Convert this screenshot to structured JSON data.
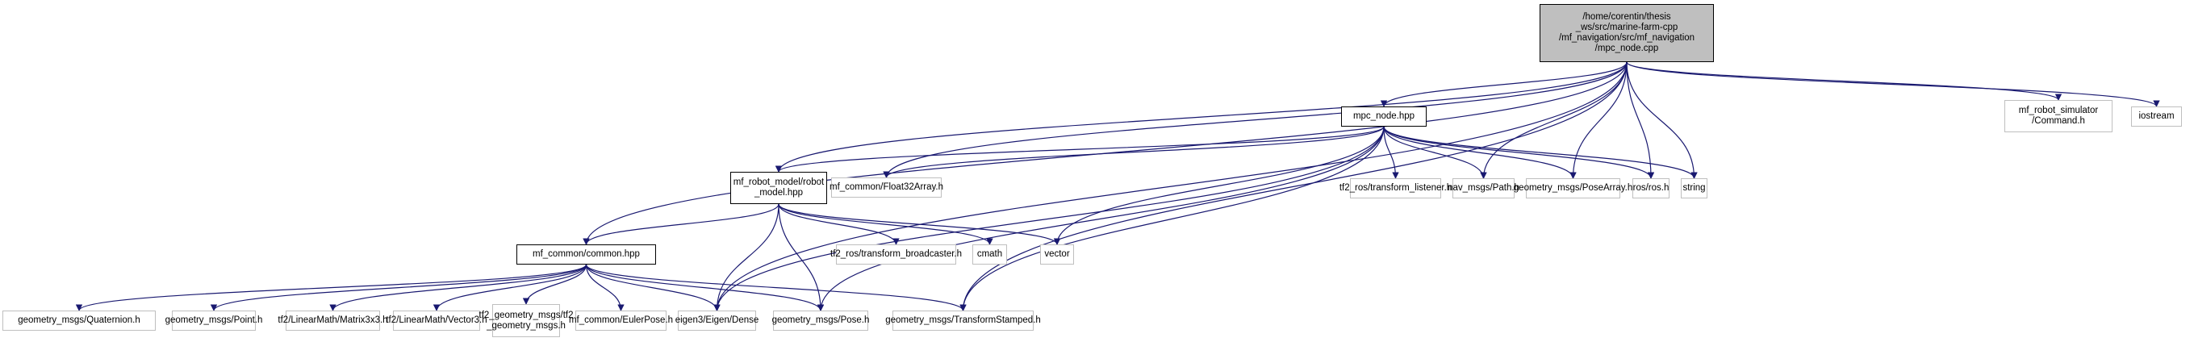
{
  "graph": {
    "type": "include-dependency-graph",
    "edge_color": "#191970",
    "nodes": {
      "root": {
        "label": "/home/corentin/thesis\n_ws/src/marine-farm-cpp\n/mf_navigation/src/mf_navigation\n/mpc_node.cpp",
        "kind": "root"
      },
      "mpc_node_hpp": {
        "label": "mpc_node.hpp",
        "kind": "internal"
      },
      "command_h": {
        "label": "mf_robot_simulator\n/Command.h",
        "kind": "external"
      },
      "iostream": {
        "label": "iostream",
        "kind": "external"
      },
      "robot_model_hpp": {
        "label": "mf_robot_model/robot\n_model.hpp",
        "kind": "internal"
      },
      "float32array_h": {
        "label": "mf_common/Float32Array.h",
        "kind": "external"
      },
      "transform_listener_h": {
        "label": "tf2_ros/transform_listener.h",
        "kind": "external"
      },
      "path_h": {
        "label": "nav_msgs/Path.h",
        "kind": "external"
      },
      "posearray_h": {
        "label": "geometry_msgs/PoseArray.h",
        "kind": "external"
      },
      "ros_h": {
        "label": "ros/ros.h",
        "kind": "external"
      },
      "string": {
        "label": "string",
        "kind": "external"
      },
      "transform_broadcaster_h": {
        "label": "tf2_ros/transform_broadcaster.h",
        "kind": "external"
      },
      "cmath": {
        "label": "cmath",
        "kind": "external"
      },
      "vector": {
        "label": "vector",
        "kind": "external"
      },
      "common_hpp": {
        "label": "mf_common/common.hpp",
        "kind": "internal"
      },
      "quaternion_h": {
        "label": "geometry_msgs/Quaternion.h",
        "kind": "external"
      },
      "point_h": {
        "label": "geometry_msgs/Point.h",
        "kind": "external"
      },
      "matrix3x3_h": {
        "label": "tf2/LinearMath/Matrix3x3.h",
        "kind": "external"
      },
      "vector3_h": {
        "label": "tf2/LinearMath/Vector3.h",
        "kind": "external"
      },
      "tf2_geometry_msgs_h": {
        "label": "tf2_geometry_msgs/tf2\n_geometry_msgs.h",
        "kind": "external"
      },
      "eulerpose_h": {
        "label": "mf_common/EulerPose.h",
        "kind": "external"
      },
      "eigen_dense": {
        "label": "eigen3/Eigen/Dense",
        "kind": "external"
      },
      "pose_h": {
        "label": "geometry_msgs/Pose.h",
        "kind": "external"
      },
      "transformstamped_h": {
        "label": "geometry_msgs/TransformStamped.h",
        "kind": "external"
      }
    },
    "edges": [
      [
        "root",
        "common_hpp"
      ],
      [
        "root",
        "eigen_dense"
      ],
      [
        "root",
        "robot_model_hpp"
      ],
      [
        "root",
        "float32array_h"
      ],
      [
        "root",
        "mpc_node_hpp"
      ],
      [
        "root",
        "path_h"
      ],
      [
        "root",
        "posearray_h"
      ],
      [
        "root",
        "ros_h"
      ],
      [
        "root",
        "string"
      ],
      [
        "root",
        "transformstamped_h"
      ],
      [
        "root",
        "command_h"
      ],
      [
        "root",
        "iostream"
      ],
      [
        "mpc_node_hpp",
        "robot_model_hpp"
      ],
      [
        "mpc_node_hpp",
        "float32array_h"
      ],
      [
        "mpc_node_hpp",
        "transform_listener_h"
      ],
      [
        "mpc_node_hpp",
        "path_h"
      ],
      [
        "mpc_node_hpp",
        "posearray_h"
      ],
      [
        "mpc_node_hpp",
        "ros_h"
      ],
      [
        "mpc_node_hpp",
        "string"
      ],
      [
        "mpc_node_hpp",
        "vector"
      ],
      [
        "mpc_node_hpp",
        "eigen_dense"
      ],
      [
        "mpc_node_hpp",
        "pose_h"
      ],
      [
        "mpc_node_hpp",
        "transformstamped_h"
      ],
      [
        "robot_model_hpp",
        "common_hpp"
      ],
      [
        "robot_model_hpp",
        "eigen_dense"
      ],
      [
        "robot_model_hpp",
        "transform_broadcaster_h"
      ],
      [
        "robot_model_hpp",
        "cmath"
      ],
      [
        "robot_model_hpp",
        "vector"
      ],
      [
        "robot_model_hpp",
        "pose_h"
      ],
      [
        "common_hpp",
        "quaternion_h"
      ],
      [
        "common_hpp",
        "point_h"
      ],
      [
        "common_hpp",
        "matrix3x3_h"
      ],
      [
        "common_hpp",
        "vector3_h"
      ],
      [
        "common_hpp",
        "tf2_geometry_msgs_h"
      ],
      [
        "common_hpp",
        "eulerpose_h"
      ],
      [
        "common_hpp",
        "eigen_dense"
      ],
      [
        "common_hpp",
        "pose_h"
      ],
      [
        "common_hpp",
        "transformstamped_h"
      ]
    ]
  }
}
